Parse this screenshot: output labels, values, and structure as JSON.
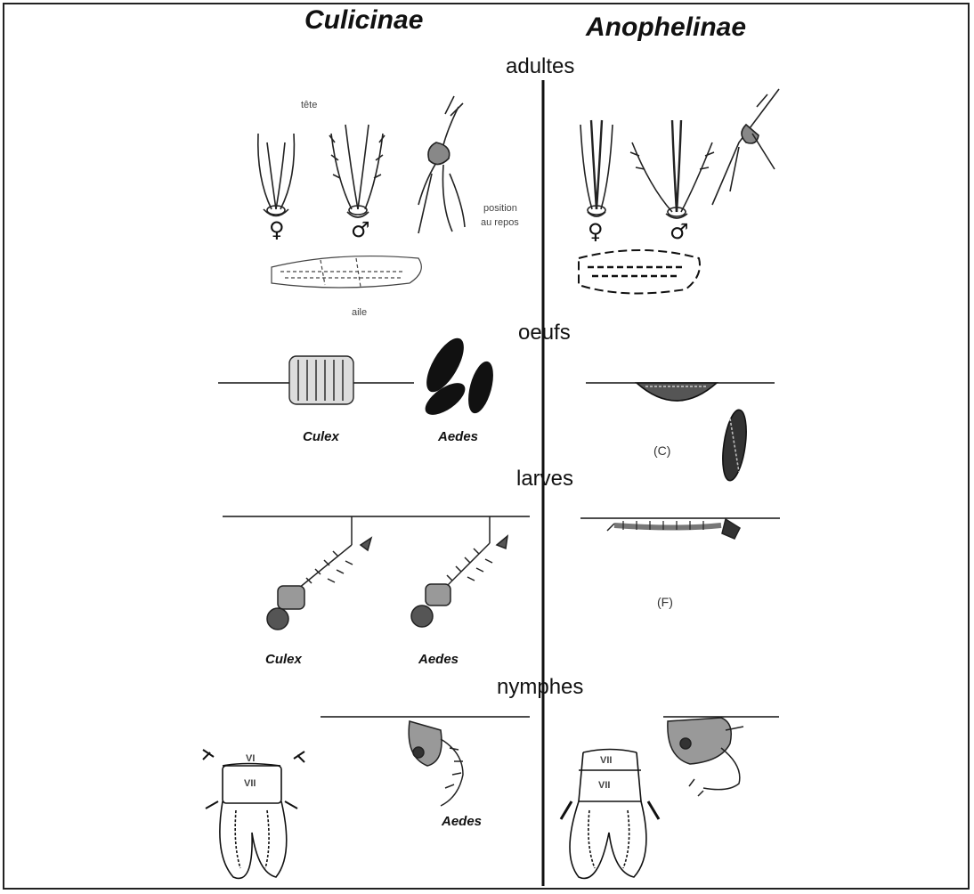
{
  "columns": {
    "left": "Culicinae",
    "right": "Anophelinae"
  },
  "stages": {
    "adults": "adultes",
    "eggs": "oeufs",
    "larvae": "larves",
    "pupae": "nymphes"
  },
  "adult_labels": {
    "head": "tête",
    "rest_position_line1": "position",
    "rest_position_line2": "au repos",
    "wing": "aile",
    "female_symbol": "♀",
    "male_symbol": "♂"
  },
  "egg_labels": {
    "culex": "Culex",
    "aedes": "Aedes",
    "anopheles_code": "(C)"
  },
  "larva_labels": {
    "culex": "Culex",
    "aedes": "Aedes",
    "anopheles_code": "(F)"
  },
  "pupa_labels": {
    "aedes": "Aedes",
    "segment_vi": "VI",
    "segment_vii": "VII"
  }
}
